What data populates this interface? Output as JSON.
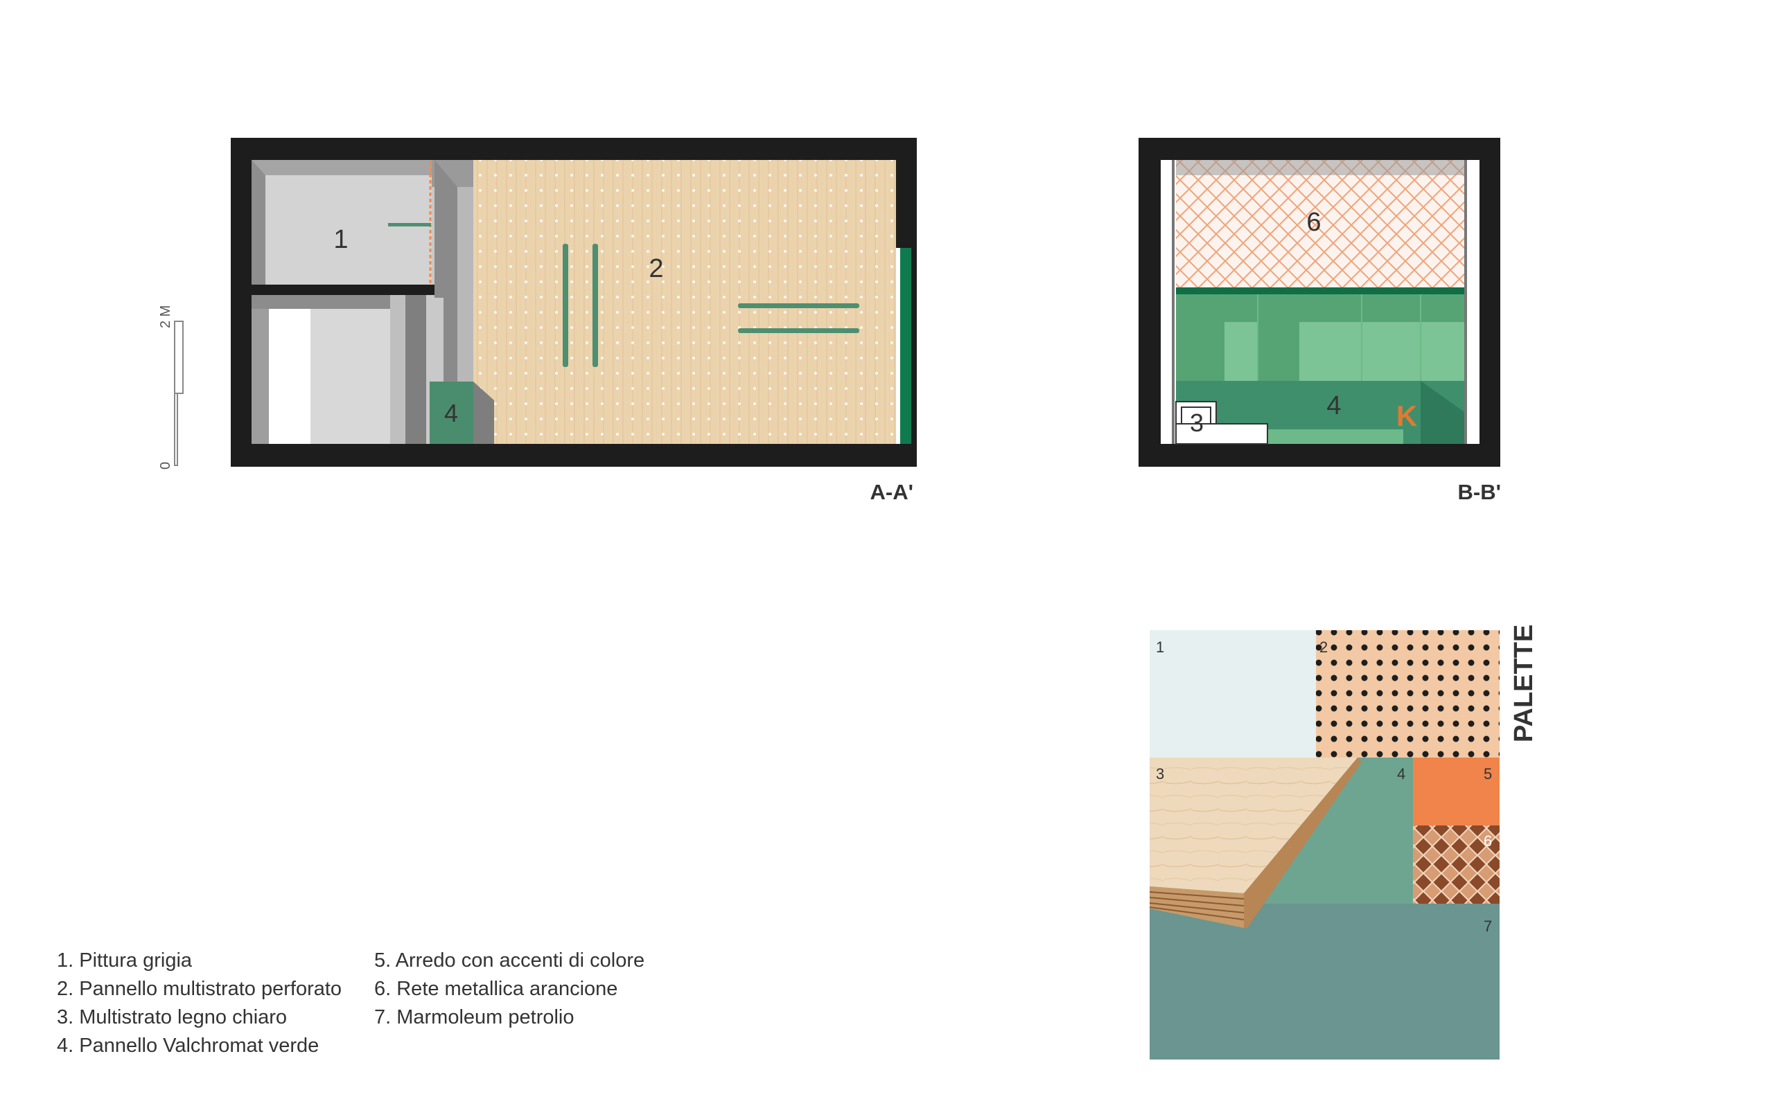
{
  "scale_bar": {
    "zero": "0",
    "two_m": "2 M"
  },
  "section_aa": {
    "title": "A-A'",
    "labels": {
      "paint": "1",
      "perforated_panel": "2",
      "valchromat_panel": "4"
    }
  },
  "section_bb": {
    "title": "B-B'",
    "labels": {
      "mesh": "6",
      "valchromat": "4",
      "plywood": "3",
      "k": "K"
    }
  },
  "palette": {
    "title": "PALETTE",
    "swatches": {
      "s1": {
        "num": "1",
        "color": "#e6f0f0"
      },
      "s2": {
        "num": "2",
        "color": "#f2c9a4"
      },
      "s3": {
        "num": "3",
        "color": "#efd9bc"
      },
      "s4": {
        "num": "4",
        "color": "#6ea591"
      },
      "s5": {
        "num": "5",
        "color": "#f0844a"
      },
      "s6": {
        "num": "6",
        "color": "#c07a52"
      },
      "s7": {
        "num": "7",
        "color": "#6a9590"
      }
    }
  },
  "legend": {
    "col1": [
      "1.  Pittura grigia",
      "2.  Pannello multistrato perforato",
      "3.  Multistrato legno chiaro",
      "4.  Pannello Valchromat verde"
    ],
    "col2": [
      "5.  Arredo con accenti di colore",
      "6.  Rete metallica arancione",
      "7.  Marmoleum petrolio"
    ]
  }
}
